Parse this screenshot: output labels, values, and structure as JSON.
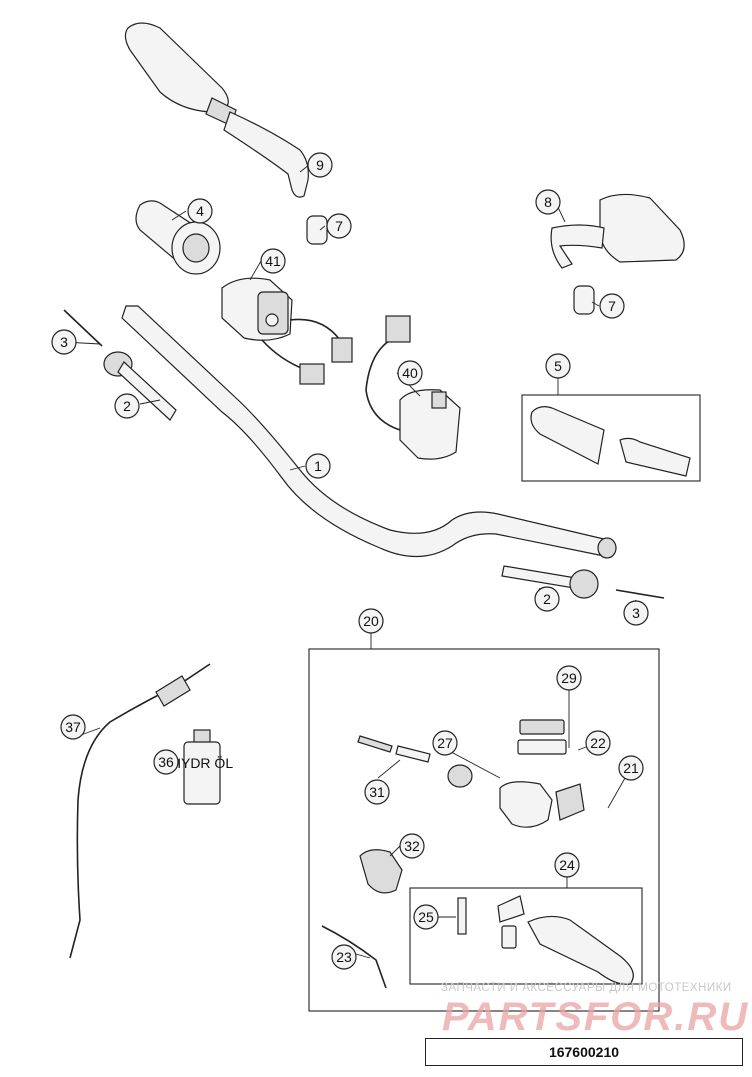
{
  "document": {
    "drawing_number": "167600210",
    "watermark": {
      "line1": "ЗАПЧАСТИ И АКСЕССУАРЫ ДЛЯ МОТОТЕХНИКИ",
      "line2": "PARTSFOR.RU"
    },
    "bottle_label": "HYDR ÖL",
    "callouts": [
      {
        "id": "c1",
        "label": "1"
      },
      {
        "id": "c2a",
        "label": "2"
      },
      {
        "id": "c2b",
        "label": "2"
      },
      {
        "id": "c3a",
        "label": "3"
      },
      {
        "id": "c3b",
        "label": "3"
      },
      {
        "id": "c4",
        "label": "4"
      },
      {
        "id": "c5",
        "label": "5"
      },
      {
        "id": "c7a",
        "label": "7"
      },
      {
        "id": "c7b",
        "label": "7"
      },
      {
        "id": "c8",
        "label": "8"
      },
      {
        "id": "c9",
        "label": "9"
      },
      {
        "id": "c20",
        "label": "20"
      },
      {
        "id": "c21",
        "label": "21"
      },
      {
        "id": "c22",
        "label": "22"
      },
      {
        "id": "c23",
        "label": "23"
      },
      {
        "id": "c24",
        "label": "24"
      },
      {
        "id": "c25",
        "label": "25"
      },
      {
        "id": "c27",
        "label": "27"
      },
      {
        "id": "c29",
        "label": "29"
      },
      {
        "id": "c31",
        "label": "31"
      },
      {
        "id": "c32",
        "label": "32"
      },
      {
        "id": "c36",
        "label": "36"
      },
      {
        "id": "c37",
        "label": "37"
      },
      {
        "id": "c40",
        "label": "40"
      },
      {
        "id": "c41",
        "label": "41"
      }
    ]
  }
}
